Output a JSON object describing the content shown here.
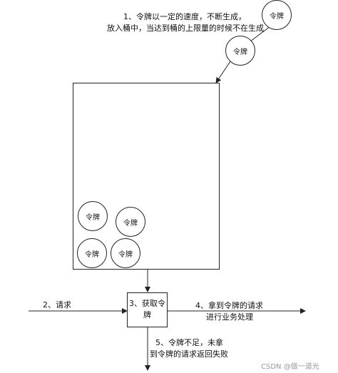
{
  "notes": {
    "generate": {
      "line1": "1、令牌以一定的速度，不断生成，",
      "line2": "放入桶中，当达到桶的上限量的时候不在生成"
    },
    "request": "2、请求",
    "acquire": {
      "line1": "3、获取令",
      "line2": "牌"
    },
    "success": {
      "line1": "4、拿到令牌的请求",
      "line2": "进行业务处理"
    },
    "failure": {
      "line1": "5、令牌不足，未拿",
      "line2": "到令牌的请求返回失败"
    }
  },
  "token_label": "令牌",
  "watermark": "CSDN @做一道光",
  "colors": {
    "stroke": "#222222",
    "text": "#111111",
    "watermark": "#999999"
  }
}
